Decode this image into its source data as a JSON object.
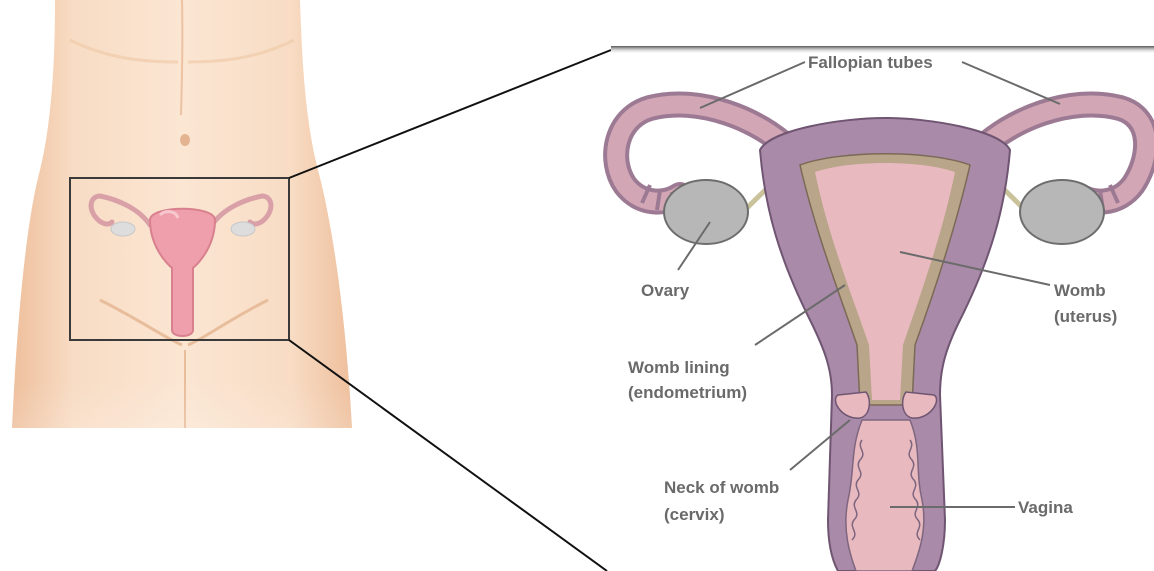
{
  "labels": {
    "fallopian_tubes": "Fallopian tubes",
    "ovary": "Ovary",
    "womb_line1": "Womb",
    "womb_line2": "(uterus)",
    "lining_line1": "Womb lining",
    "lining_line2": "(endometrium)",
    "neck_line1": "Neck of womb",
    "neck_line2": "(cervix)",
    "vagina": "Vagina"
  },
  "colors": {
    "skin": "#f7dcc2",
    "skin_shadow": "#ecc3a2",
    "uterus_wall": "#a98aa8",
    "uterus_inner": "#e8b9bf",
    "lining": "#b9a58a",
    "ovary": "#b8b8b8",
    "tube": "#caa3b1",
    "label_text": "#6a6a6a"
  }
}
